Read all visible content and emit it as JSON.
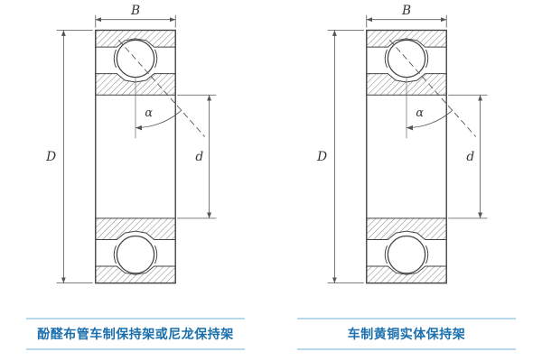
{
  "diagrams": [
    {
      "caption": "酚醛布管车制保持架或尼龙保持架",
      "dims": {
        "width": "B",
        "outer_diameter": "D",
        "bore_diameter": "d",
        "contact_angle": "α"
      }
    },
    {
      "caption": "车制黄铜实体保持架",
      "dims": {
        "width": "B",
        "outer_diameter": "D",
        "bore_diameter": "d",
        "contact_angle": "α"
      }
    }
  ],
  "colors": {
    "caption_text": "#1b6fad",
    "caption_rule": "#b7d8eb",
    "drawing_line": "#444444"
  }
}
